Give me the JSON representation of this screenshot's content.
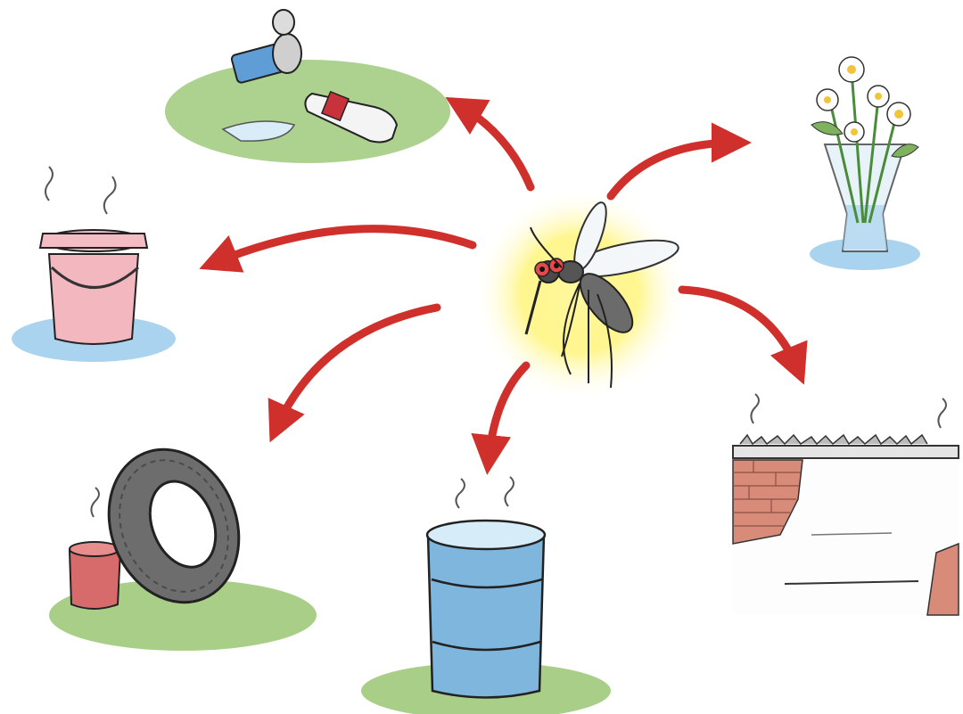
{
  "scene": {
    "center": {
      "subject": "mosquito",
      "icon": "mosquito-icon"
    },
    "breeding_sites": [
      {
        "name": "discarded-cans-and-bottle",
        "icon": "litter-icon"
      },
      {
        "name": "flower-vase",
        "icon": "vase-icon"
      },
      {
        "name": "bucket-with-lid",
        "icon": "bucket-icon"
      },
      {
        "name": "cracked-wall-ledge",
        "icon": "wall-icon"
      },
      {
        "name": "old-tire-and-can",
        "icon": "tire-icon"
      },
      {
        "name": "water-barrel",
        "icon": "barrel-icon"
      }
    ]
  },
  "colors": {
    "arrow": "#d0302b",
    "glow": "#fff36b",
    "grass": "#9fc97b",
    "water": "#a9d3ee",
    "bucket": "#f2b7bf",
    "barrel": "#7fb6dd",
    "brick": "#d98b7a",
    "tire": "#6d6d6d"
  }
}
